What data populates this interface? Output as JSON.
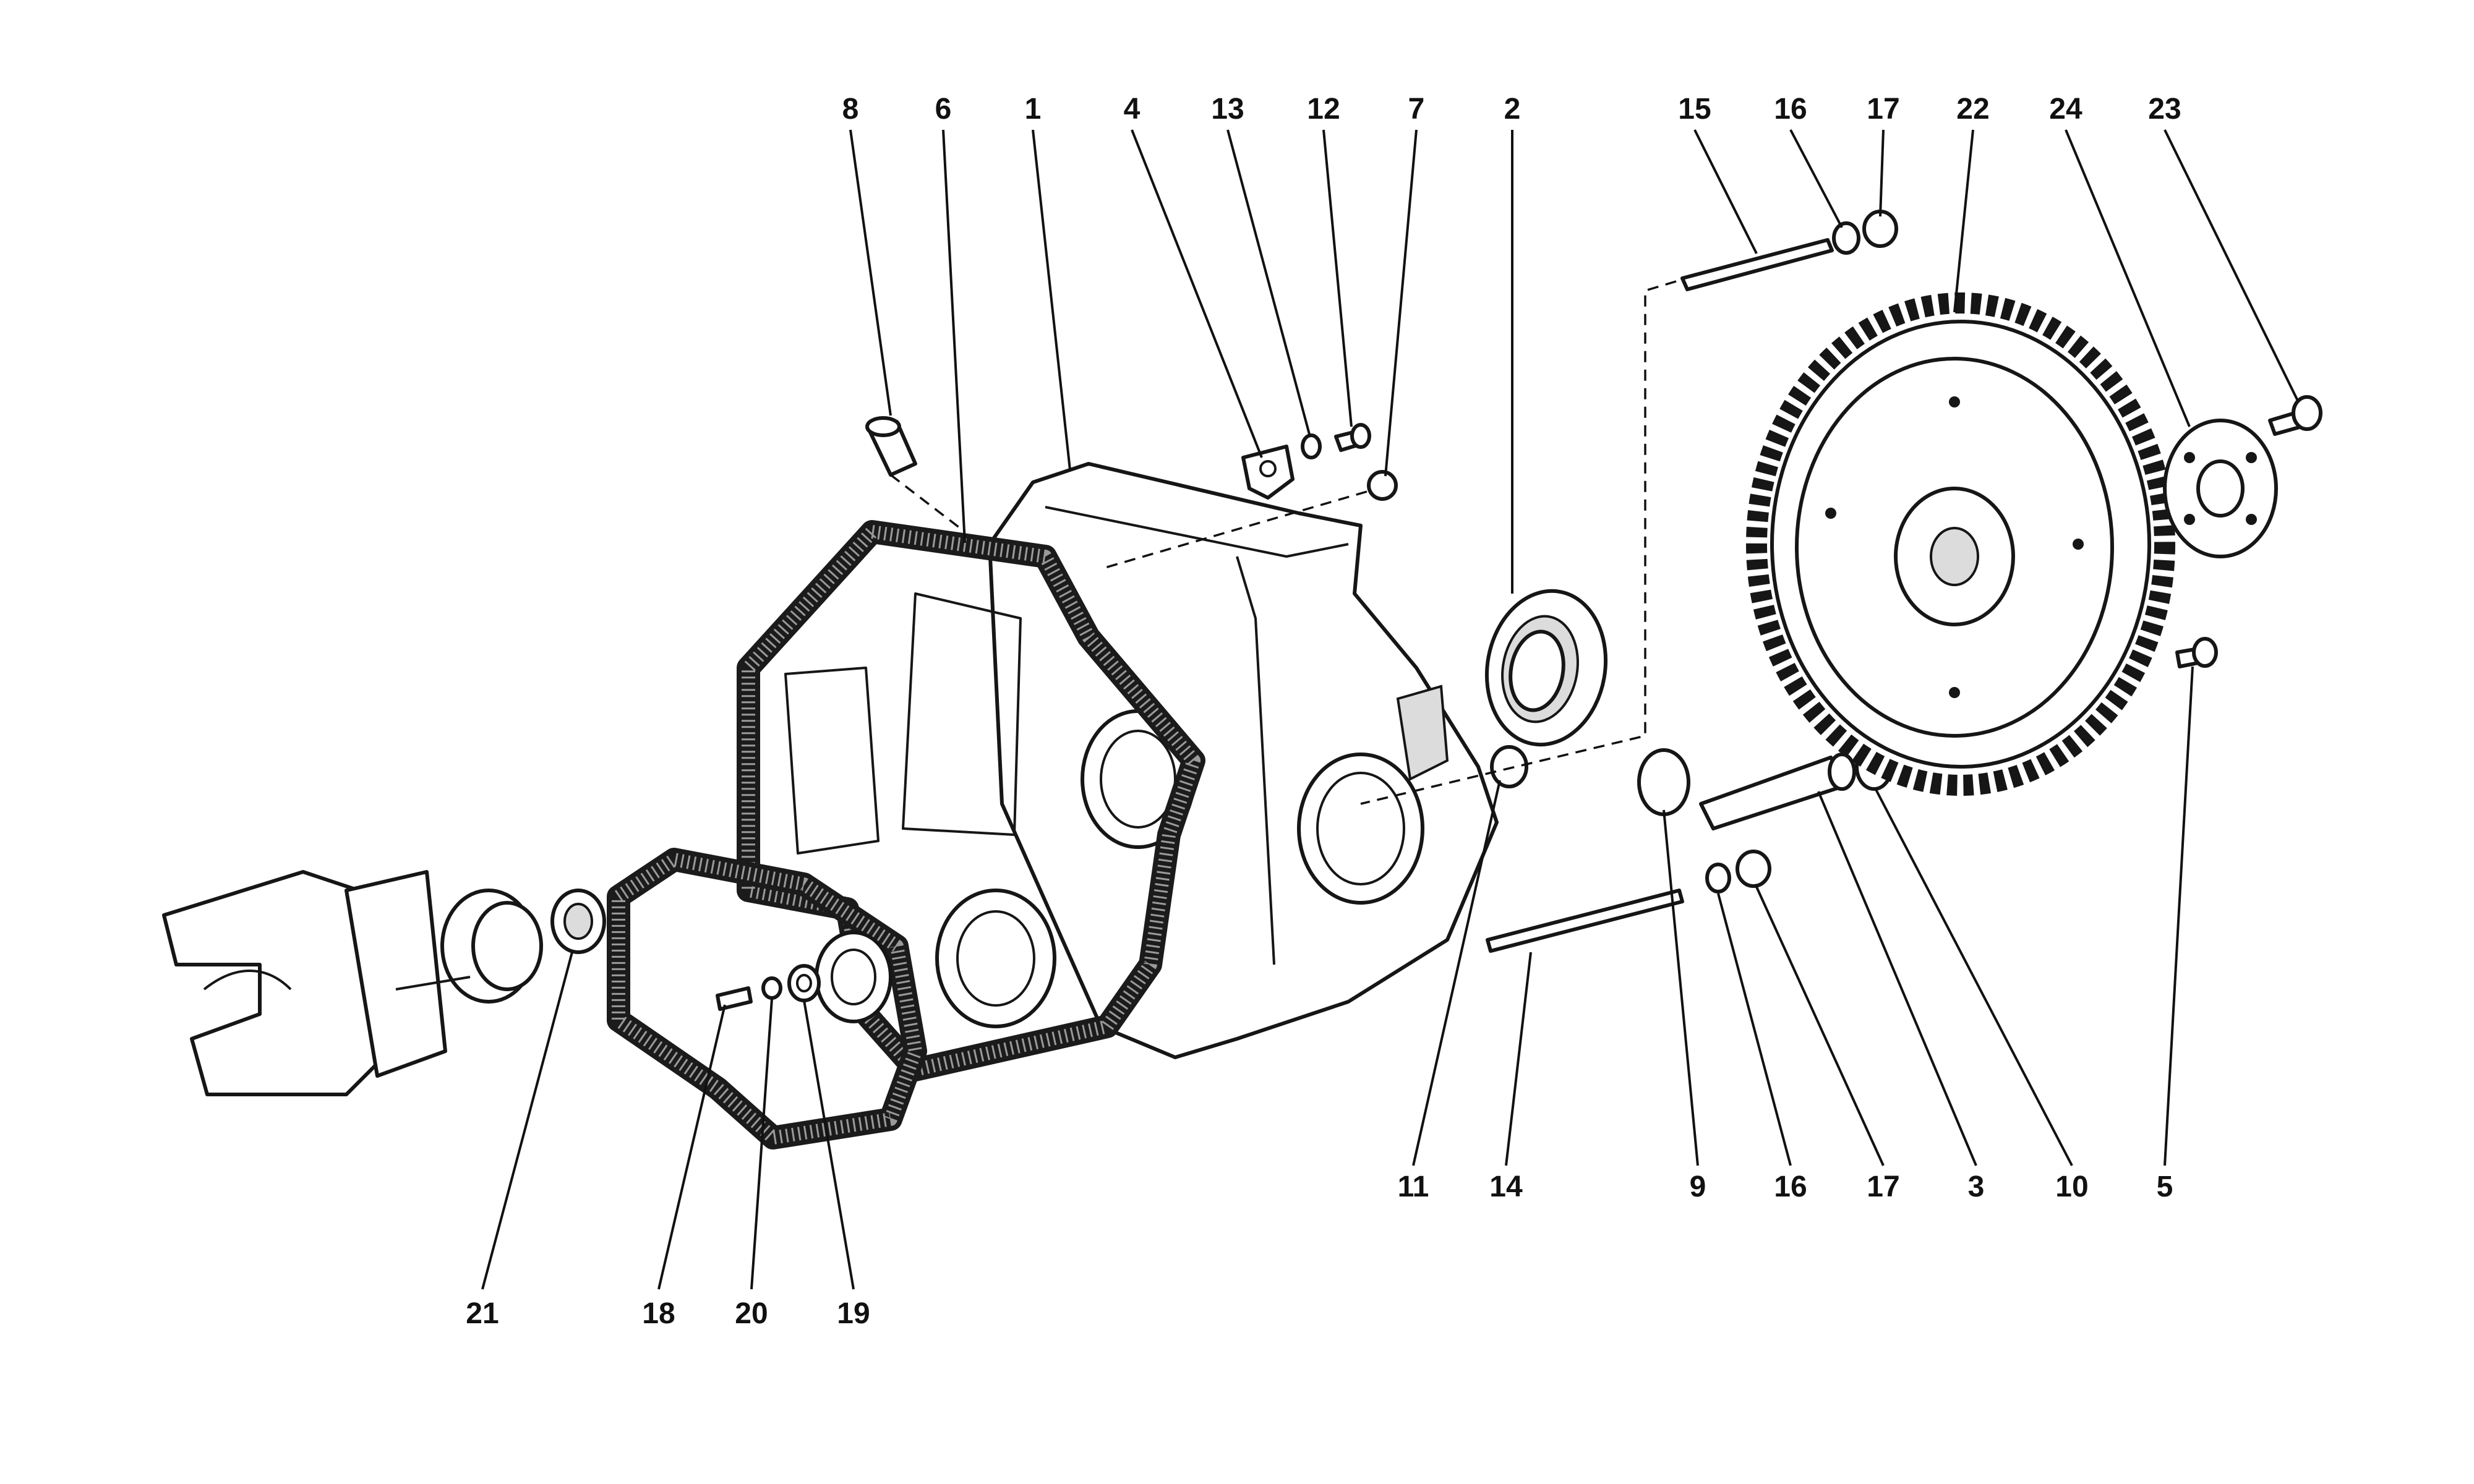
{
  "diagram": {
    "callouts": [
      "8",
      "6",
      "1",
      "4",
      "13",
      "12",
      "7",
      "2",
      "15",
      "16",
      "17",
      "22",
      "24",
      "23",
      "11",
      "14",
      "9",
      "16",
      "17",
      "3",
      "10",
      "5",
      "21",
      "18",
      "20",
      "19"
    ]
  },
  "colors": {
    "ink": "#111111",
    "background": "#ffffff",
    "gasket": "#1b1b1b"
  }
}
